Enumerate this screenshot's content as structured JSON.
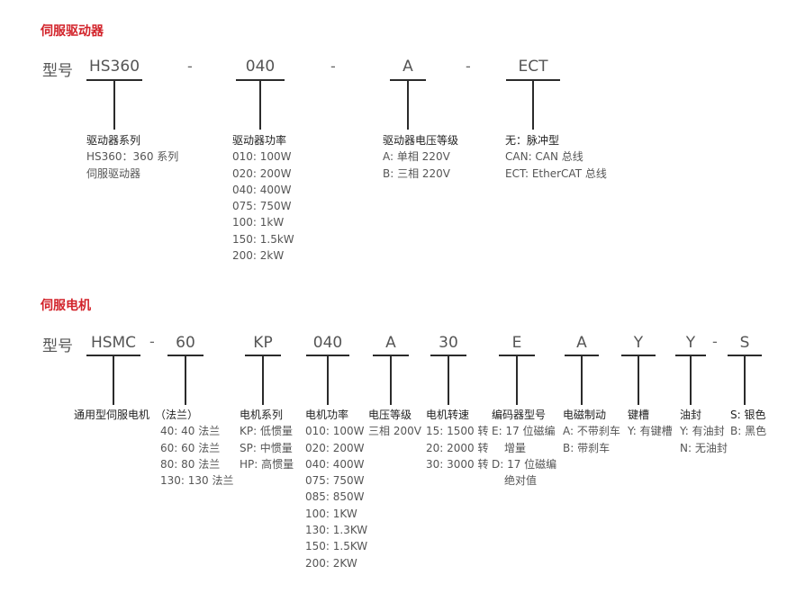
{
  "driver": {
    "title": "伺服驱动器",
    "model_label": "型号",
    "segments": [
      "HS360",
      "040",
      "A",
      "ECT"
    ],
    "dash": "-",
    "descriptions": [
      {
        "header": "驱动器系列",
        "lines": [
          "HS360：360 系列",
          "伺服驱动器"
        ]
      },
      {
        "header": "驱动器功率",
        "lines": [
          "010: 100W",
          "020: 200W",
          "040: 400W",
          "075: 750W",
          "100: 1kW",
          "150: 1.5kW",
          "200: 2kW"
        ]
      },
      {
        "header": "驱动器电压等级",
        "lines": [
          "A: 单相 220V",
          "B: 三相 220V"
        ]
      },
      {
        "header": "无：脉冲型",
        "lines": [
          "CAN: CAN 总线",
          "ECT: EtherCAT 总线"
        ]
      }
    ]
  },
  "motor": {
    "title": "伺服电机",
    "model_label": "型号",
    "segments": [
      "HSMC",
      "60",
      "KP",
      "040",
      "A",
      "30",
      "E",
      "A",
      "Y",
      "Y",
      "S"
    ],
    "dash": "-",
    "descriptions": [
      {
        "header": "通用型伺服电机",
        "lines": []
      },
      {
        "header": "（法兰）",
        "lines": [
          "40: 40 法兰",
          "60: 60 法兰",
          "80: 80 法兰",
          "130: 130 法兰"
        ]
      },
      {
        "header": "电机系列",
        "lines": [
          "KP: 低惯量",
          "SP: 中惯量",
          "HP: 高惯量"
        ]
      },
      {
        "header": "电机功率",
        "lines": [
          "010: 100W",
          "020: 200W",
          "040: 400W",
          "075: 750W",
          "085: 850W",
          "100: 1KW",
          "130: 1.3KW",
          "150: 1.5KW",
          "200: 2KW"
        ]
      },
      {
        "header": "电压等级",
        "lines": [
          "三相 200V"
        ]
      },
      {
        "header": "电机转速",
        "lines": [
          "15: 1500 转",
          "20: 2000 转",
          "30: 3000 转"
        ]
      },
      {
        "header": "编码器型号",
        "lines": [
          "E: 17 位磁编",
          "增量",
          "D: 17 位磁编",
          "绝对值"
        ]
      },
      {
        "header": "电磁制动",
        "lines": [
          "A: 不带刹车",
          "B: 带刹车"
        ]
      },
      {
        "header": "键槽",
        "lines": [
          "Y: 有键槽"
        ]
      },
      {
        "header": "油封",
        "lines": [
          "Y: 有油封",
          "N: 无油封"
        ]
      },
      {
        "header": "S: 银色",
        "lines": [
          "B: 黑色"
        ]
      }
    ]
  }
}
